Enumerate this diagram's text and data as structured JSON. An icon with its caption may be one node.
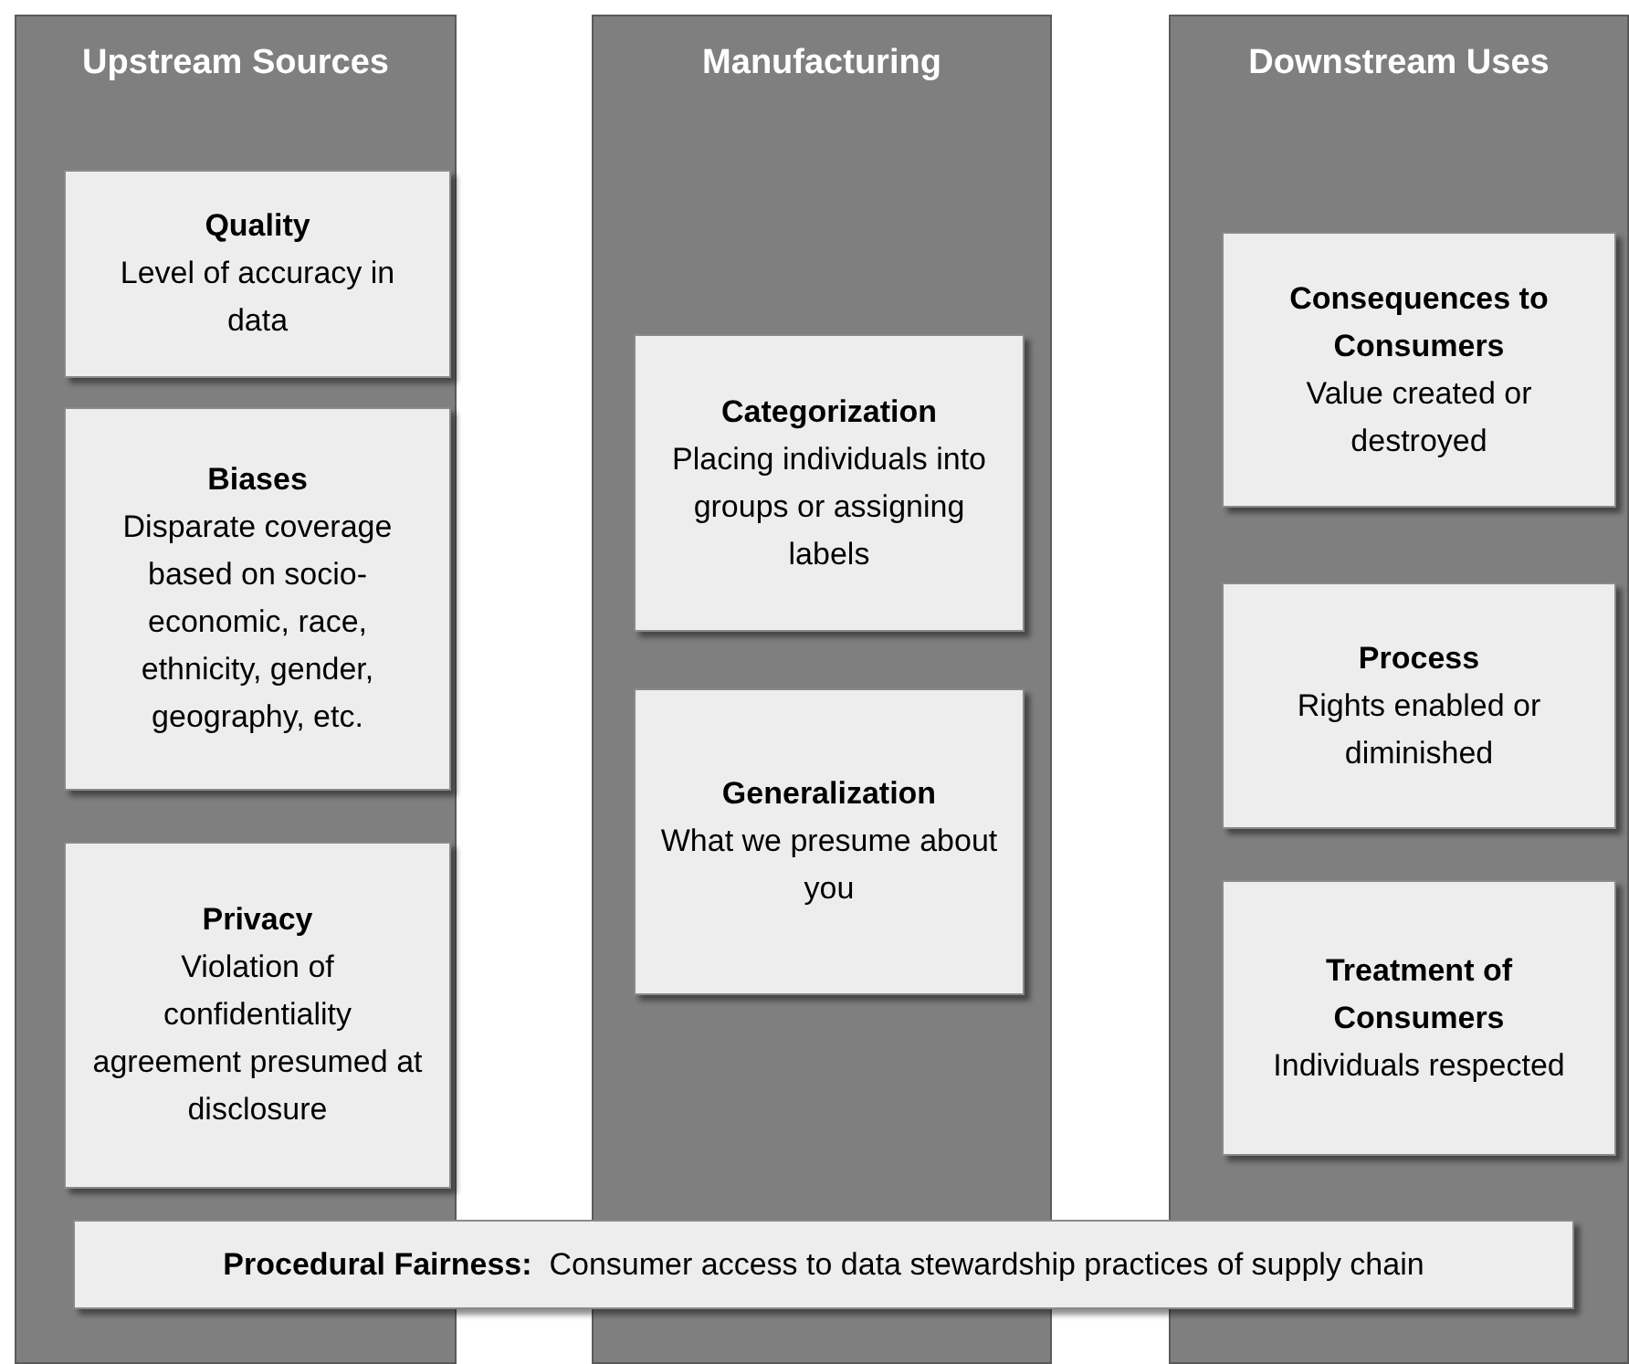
{
  "diagram": {
    "nodes": [
      {
        "text": [
          "Upstream Sources"
        ]
      },
      {
        "text": [
          "Quality",
          "Level of accuracy in data"
        ],
        "in": 0
      },
      {
        "text": [
          "Biases",
          "Disparate coverage based on socio-economic, race, ethnicity, gender, geography, etc."
        ],
        "in": 0
      },
      {
        "text": [
          "Privacy",
          "Violation of confidentiality agreement presumed at disclosure"
        ],
        "in": 0
      },
      {
        "text": [
          "Manufacturing"
        ]
      },
      {
        "text": [
          "Categorization",
          "Placing individuals into groups or assigning labels"
        ],
        "in": 4
      },
      {
        "text": [
          "Generalization",
          "What we presume about you"
        ],
        "in": 4
      },
      {
        "text": [
          "Downstream Uses"
        ]
      },
      {
        "text": [
          "Consequences to Consumers",
          "Value created or destroyed"
        ],
        "in": 7
      },
      {
        "text": [
          "Process",
          "Rights enabled or diminished"
        ],
        "in": 7
      },
      {
        "text": [
          "Treatment of Consumers",
          "Individuals respected"
        ],
        "in": 7
      },
      {
        "text": [
          "**Procedural Fairness:**  Consumer access to data stewardship practices of supply chain"
        ]
      }
    ]
  }
}
